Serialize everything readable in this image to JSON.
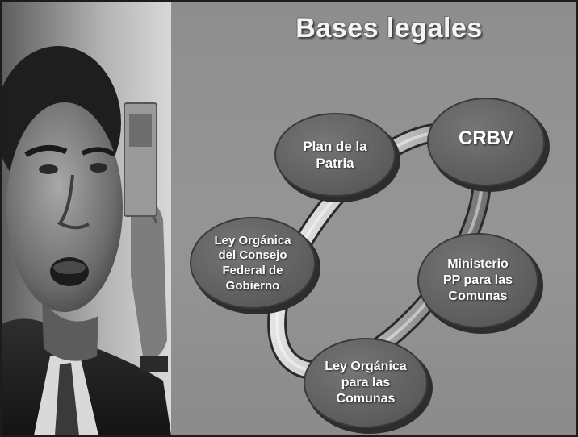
{
  "title": "Bases legales",
  "nodes": {
    "plan": "Plan de la Patria",
    "crbv": "CRBV",
    "ley_consejo": "Ley Orgánica del Consejo Federal de Gobierno",
    "ministerio": "Ministerio PP para las Comunas",
    "ley_comunas": "Ley Orgánica para las Comunas"
  },
  "icons": {
    "photo": "portrait-photo-holding-booklet"
  }
}
